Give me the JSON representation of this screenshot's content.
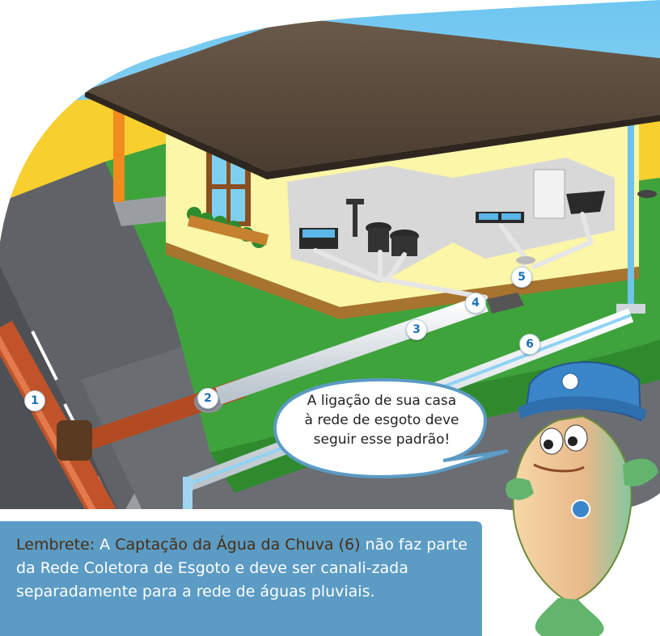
{
  "markers": [
    "1",
    "2",
    "3",
    "4",
    "5",
    "6"
  ],
  "speech_bubble": {
    "lines": [
      "A ligação de sua casa",
      "à rede de esgoto deve",
      "seguir esse padrão!"
    ]
  },
  "reminder": {
    "label": "Lembrete:",
    "intro": " A ",
    "highlight": "Captação da Água da Chuva (6)",
    "rest": " não faz parte da Rede Coletora de Esgoto e deve ser canali-zada separadamente para a rede de águas pluviais."
  },
  "colors": {
    "reminder_box": "#5b9bc4",
    "roof": "#5a4a3a",
    "wall": "#fbf6a8",
    "grass": "#3fa33c",
    "sewer_pipe": "#c0532a",
    "marker_text": "#1d6fb8"
  }
}
